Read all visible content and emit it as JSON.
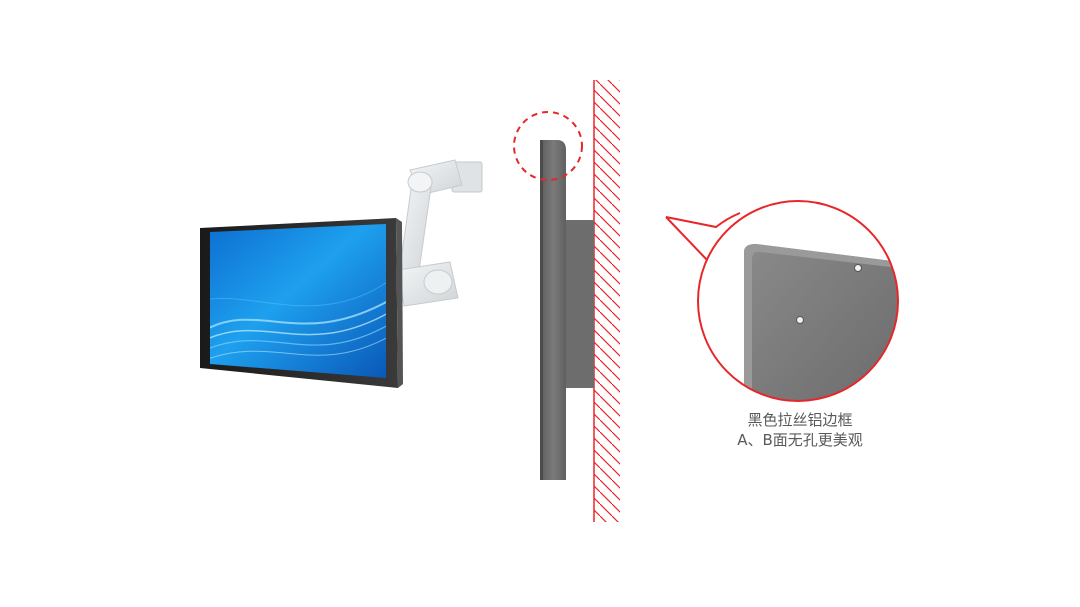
{
  "caption": {
    "line1": "黑色拉丝铝边框",
    "line2": "A、B面无孔更美观"
  },
  "colors": {
    "accent_red": "#e8262a",
    "frame_gray": "#6f6f70",
    "screen_blue": "#1b8fe6",
    "arm_white": "#e9ecee"
  },
  "icons": {
    "hatch": "wall-hatch-pattern",
    "callout": "zoom-callout-bubble"
  }
}
